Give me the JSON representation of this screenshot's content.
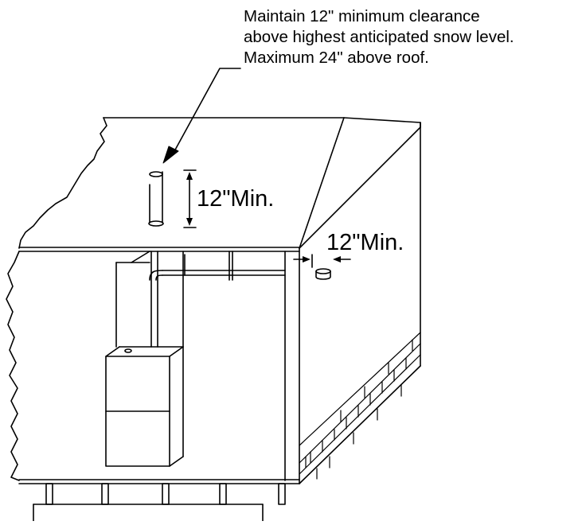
{
  "annotation": {
    "lines": [
      "Maintain 12\" minimum clearance",
      "above highest anticipated snow level.",
      "Maximum 24\" above roof."
    ]
  },
  "dimensions": {
    "vertical_clearance": "12\"Min.",
    "horizontal_clearance": "12\"Min."
  }
}
